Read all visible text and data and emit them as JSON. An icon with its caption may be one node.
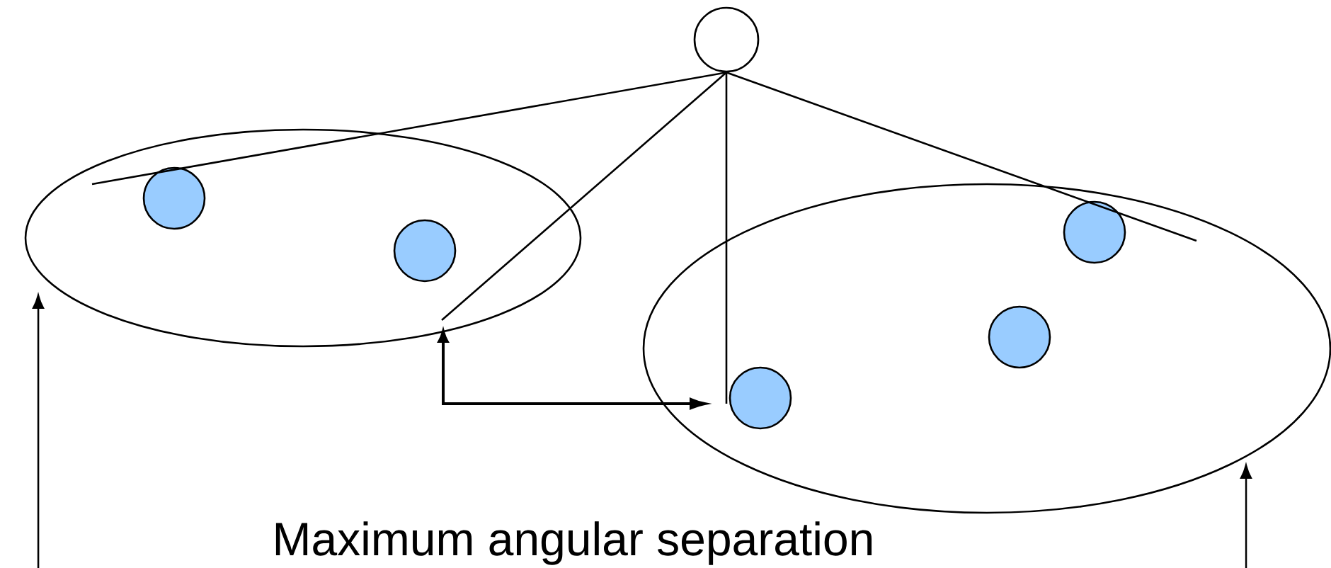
{
  "diagram": {
    "nodes": [
      {
        "text": [],
        "shape": "circle"
      },
      {
        "text": [],
        "shape": "ellipse"
      },
      {
        "text": [],
        "shape": "ellipse"
      },
      {
        "text": [],
        "shape": "circle",
        "in": 1
      },
      {
        "text": [],
        "shape": "circle",
        "in": 1
      },
      {
        "text": [],
        "shape": "circle",
        "in": 2
      },
      {
        "text": [],
        "shape": "circle",
        "in": 2
      },
      {
        "text": [],
        "shape": "circle",
        "in": 2
      }
    ],
    "edges": [
      {
        "from": 0,
        "to": 1,
        "arrow": "none"
      },
      {
        "from": 0,
        "to": 1,
        "arrow": "none"
      },
      {
        "from": 0,
        "to": 7,
        "arrow": "none"
      },
      {
        "from": 0,
        "to": 2,
        "arrow": "none"
      },
      {
        "from": null,
        "to": 1,
        "arrow": "to"
      },
      {
        "from": null,
        "to": 2,
        "arrow": "to"
      }
    ],
    "labels": [
      "Maximum angular separation"
    ]
  }
}
